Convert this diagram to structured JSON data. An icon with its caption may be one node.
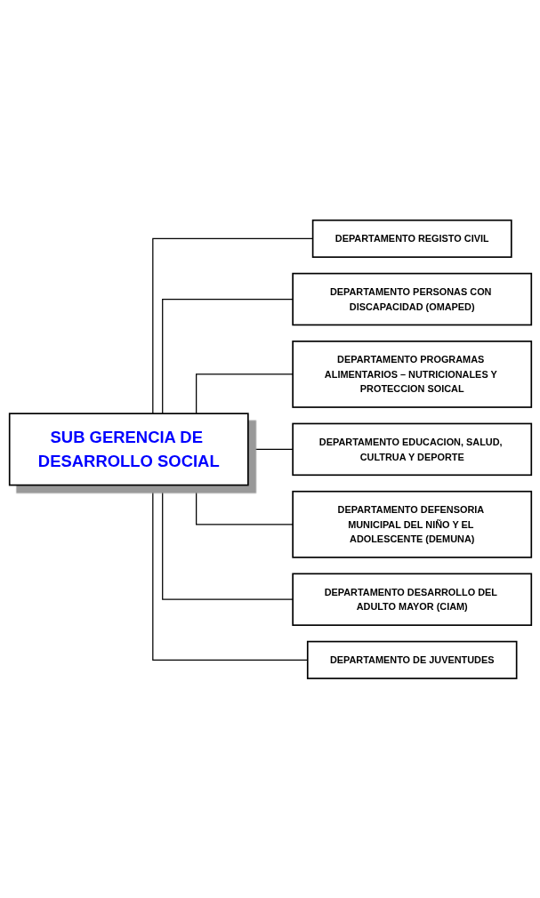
{
  "diagram": {
    "nodes": [
      {
        "text": [
          "SUB GERENCIA DE DESARROLLO SOCIAL"
        ]
      },
      {
        "text": [
          "DEPARTAMENTO REGISTO CIVIL"
        ]
      },
      {
        "text": [
          "DEPARTAMENTO PERSONAS CON DISCAPACIDAD (OMAPED)"
        ]
      },
      {
        "text": [
          "DEPARTAMENTO PROGRAMAS ALIMENTARIOS – NUTRICIONALES Y PROTECCION SOICAL"
        ]
      },
      {
        "text": [
          "DEPARTAMENTO EDUCACION, SALUD, CULTRUA Y DEPORTE"
        ]
      },
      {
        "text": [
          "DEPARTAMENTO DEFENSORIA MUNICIPAL DEL NIÑO Y EL ADOLESCENTE (DEMUNA)"
        ]
      },
      {
        "text": [
          "DEPARTAMENTO DESARROLLO DEL ADULTO MAYOR (CIAM)"
        ]
      },
      {
        "text": [
          "DEPARTAMENTO DE JUVENTUDES"
        ]
      }
    ],
    "edges": [
      {
        "from": 0,
        "to": 1,
        "arrow": "none"
      },
      {
        "from": 0,
        "to": 2,
        "arrow": "none"
      },
      {
        "from": 0,
        "to": 3,
        "arrow": "none"
      },
      {
        "from": 0,
        "to": 4,
        "arrow": "none"
      },
      {
        "from": 0,
        "to": 5,
        "arrow": "none"
      },
      {
        "from": 0,
        "to": 6,
        "arrow": "none"
      },
      {
        "from": 0,
        "to": 7,
        "arrow": "none"
      }
    ]
  }
}
